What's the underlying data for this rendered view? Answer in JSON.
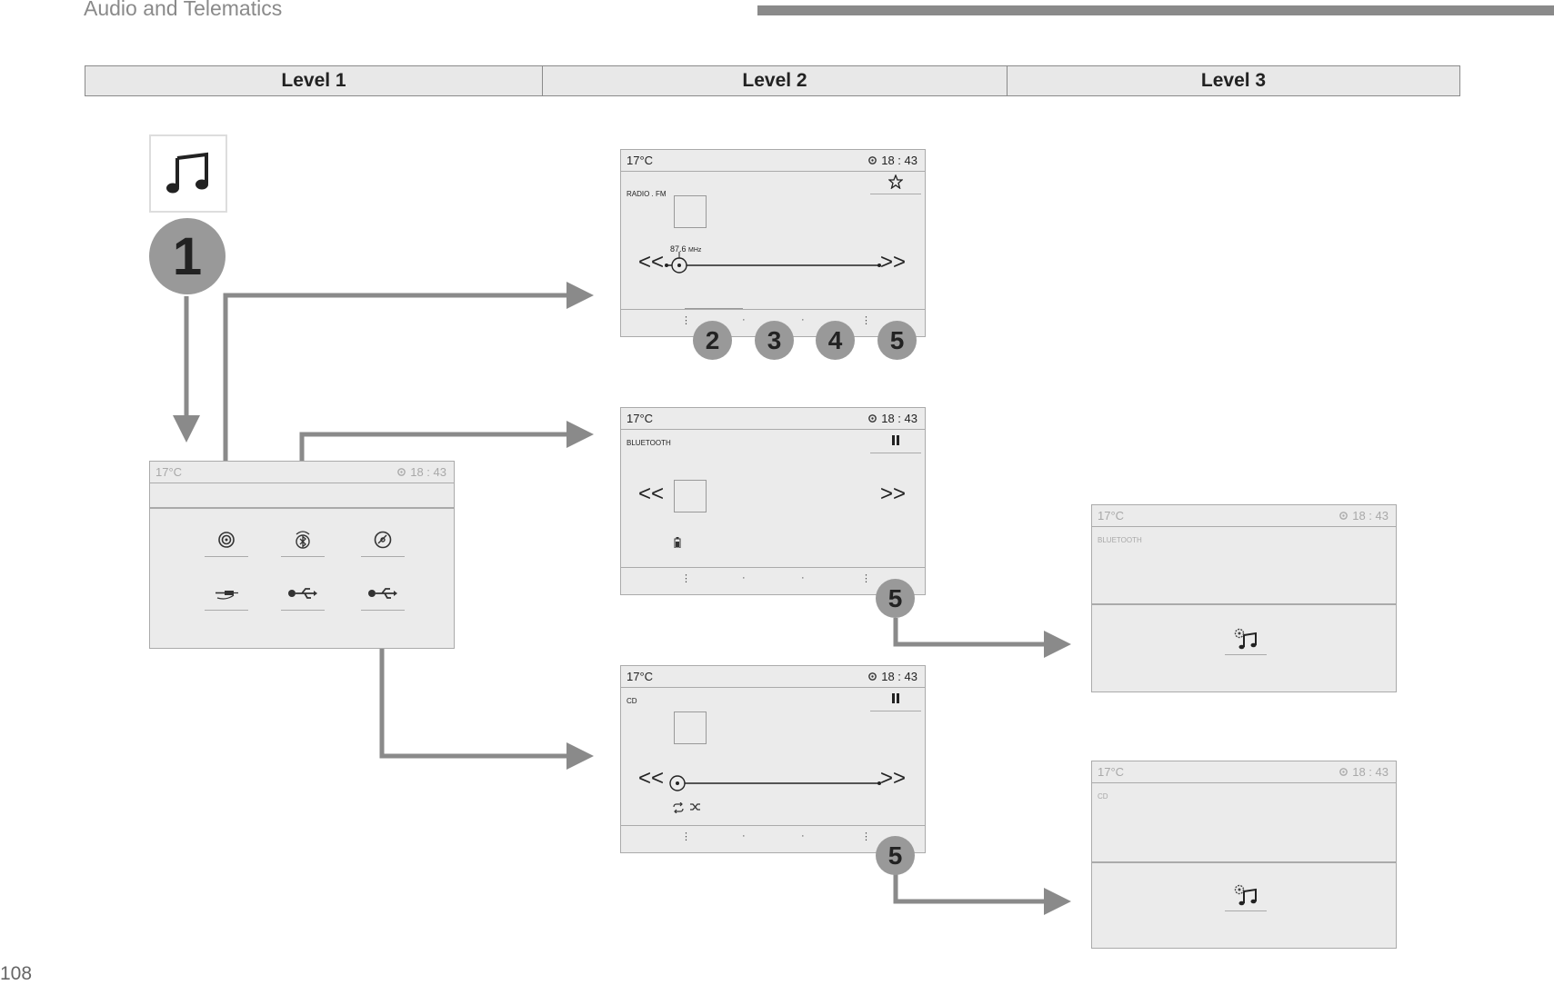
{
  "header": {
    "section_title": "Audio and Telematics",
    "page_number": "108"
  },
  "levels": [
    "Level 1",
    "Level 2",
    "Level 3"
  ],
  "status_bar": {
    "temperature": "17°C",
    "time": "18 : 43"
  },
  "screens": {
    "radio": {
      "source": "RADIO . FM",
      "frequency": "87.6",
      "frequency_unit": "MHz"
    },
    "bluetooth": {
      "source": "BLUETOOTH"
    },
    "cd": {
      "source": "CD"
    },
    "bluetooth_settings": {
      "source": "BLUETOOTH"
    },
    "cd_settings": {
      "source": "CD"
    }
  },
  "callouts": {
    "main": "1",
    "radio": [
      "2",
      "3",
      "4",
      "5"
    ],
    "bluetooth": "5",
    "cd": "5"
  },
  "colors": {
    "arrow": "#8a8a8a",
    "badge": "#999999",
    "screen_bg": "#ebebeb"
  },
  "icons": {
    "level1_source_menu": [
      "radio-icon",
      "bluetooth-streaming-icon",
      "cd-icon",
      "aux-jack-icon",
      "usb-icon",
      "usb-icon-2"
    ],
    "main_menu_icon": "music-note-icon"
  }
}
